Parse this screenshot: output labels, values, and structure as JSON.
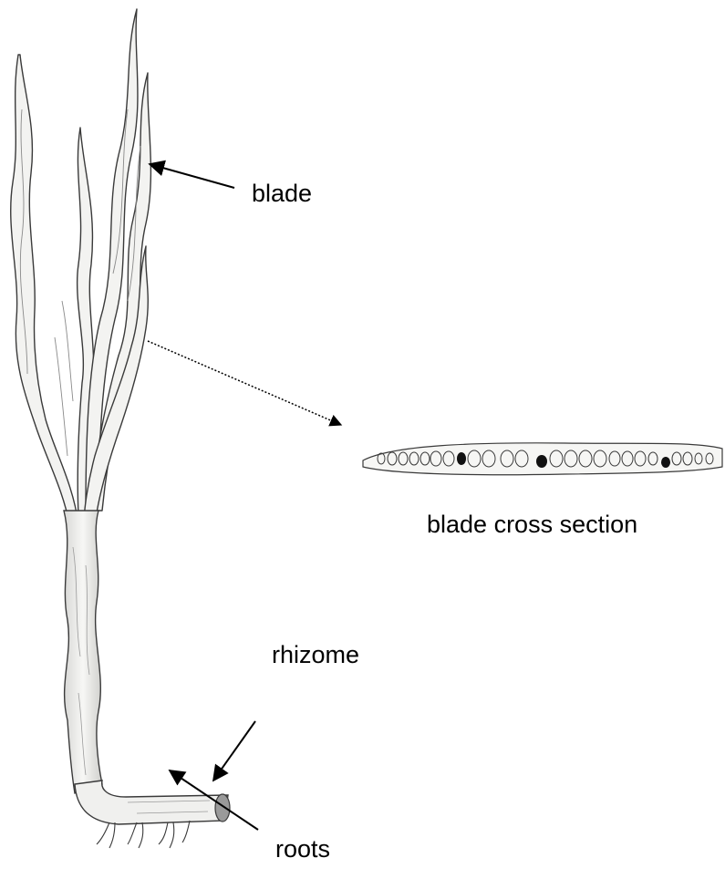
{
  "labels": {
    "blade": "blade",
    "blade_cross_section": "blade cross section",
    "rhizome": "rhizome",
    "roots": "roots"
  },
  "colors": {
    "ink": "#000000",
    "plant_fill": "#f2f2f0",
    "plant_stroke": "#3a3a3a",
    "shading": "#b8b8b8"
  },
  "icons": {
    "arrow": "arrow-icon",
    "dotted_arrow": "dotted-arrow-icon"
  }
}
